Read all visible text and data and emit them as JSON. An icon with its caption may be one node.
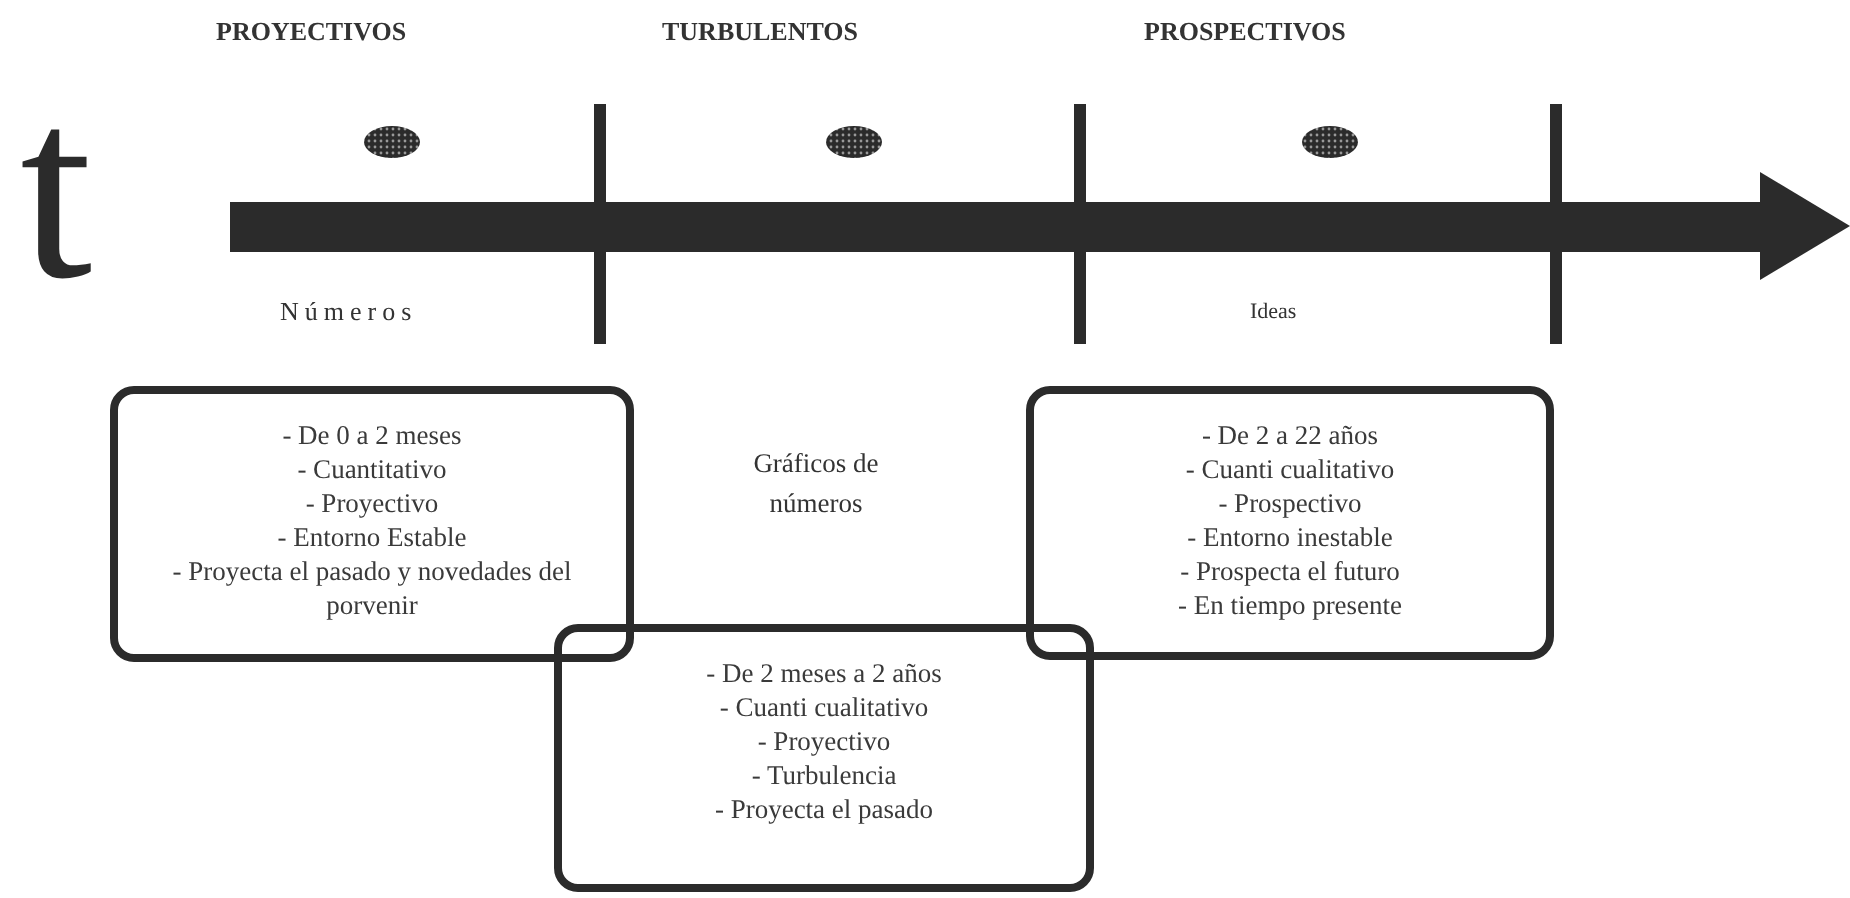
{
  "diagram": {
    "nodes": [
      {
        "text": [
          "- De 0 a 2 meses",
          "- Cuantitativo",
          "- Proyectivo",
          "- Entorno Estable",
          "- Proyecta el pasado y novedades del porvenir"
        ]
      },
      {
        "text": [
          "- De 2 meses a 2 años",
          "- Cuanti cualitativo",
          "- Proyectivo",
          "- Turbulencia",
          "- Proyecta el pasado"
        ]
      },
      {
        "text": [
          "- De 2 a 22 años",
          "- Cuanti cualitativo",
          "- Prospectivo",
          "- Entorno inestable",
          "- Prospecta el futuro",
          "- En tiempo presente"
        ]
      }
    ],
    "edges": [],
    "labels": [
      "PROYECTIVOS",
      "TURBULENTOS",
      "PROSPECTIVOS",
      "t",
      "Números",
      "Ideas",
      "Gráficos de números"
    ]
  }
}
